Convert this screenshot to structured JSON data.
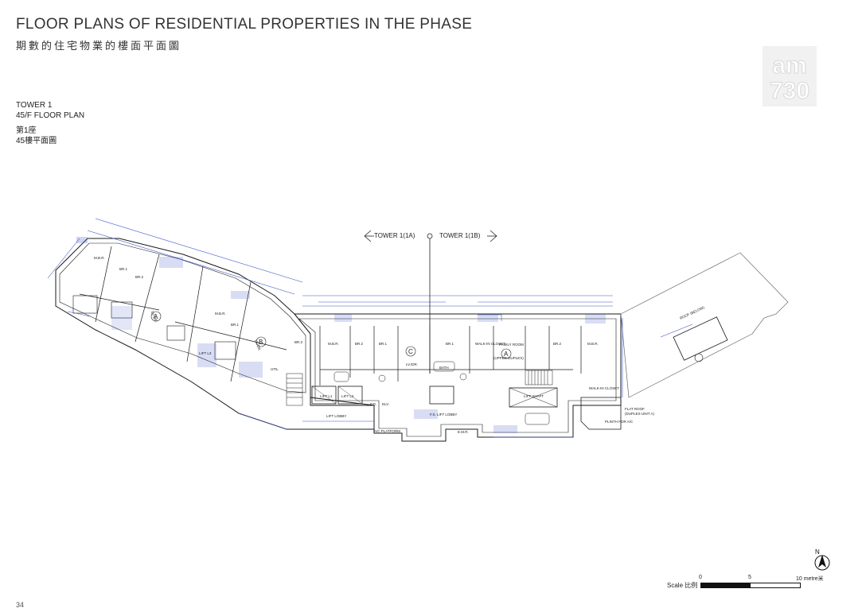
{
  "header": {
    "title_en": "FLOOR PLANS OF RESIDENTIAL PROPERTIES IN THE PHASE",
    "title_zh": "期數的住宅物業的樓面平面圖"
  },
  "plan_info": {
    "tower_en": "TOWER 1",
    "floor_en": "45/F FLOOR PLAN",
    "tower_zh": "第1座",
    "floor_zh": "45樓平面圖"
  },
  "logo": {
    "line1": "am",
    "line2": "730"
  },
  "section_marker": {
    "left": "TOWER 1(1A)",
    "right": "TOWER 1(1B)"
  },
  "rooms": {
    "mbr": "M.B.R.",
    "br1": "BR.1",
    "br2": "BR.2",
    "br3": "BR.3",
    "lv_dr": "LV./DR.",
    "bath": "BATH",
    "util": "UTIL",
    "lift_lobby": "LIFT LOBBY",
    "lift_l1": "LIFT L1",
    "lift_l2": "LIFT L2",
    "lift_l3": "LIFT L3",
    "pd": "P.D.",
    "elv": "ELV.",
    "fs_lift_lobby": "F.S. LIFT LOBBY",
    "walk_in_closet": "WALK-IN CLOSET",
    "family_room": "FAMILY ROOM",
    "upper_duplex": "(UPPER DUPLEX)",
    "lift_shaft": "LIFT SHAFT",
    "emr": "E.M.R.",
    "ac_platform": "A/C PLATFORM",
    "flat_roof": "FLAT ROOF",
    "flat_roof_unit": "(DUPLEX-UNIT A)",
    "plinth": "PLINTH FOR A/C",
    "roof_below": "ROOF (BELOW)",
    "unit_a": "A",
    "unit_b": "B",
    "unit_c": "C"
  },
  "scale": {
    "label": "Scale 比例",
    "tick0": "0",
    "tick5": "5",
    "tick10": "10 metre米"
  },
  "page_number": "34"
}
